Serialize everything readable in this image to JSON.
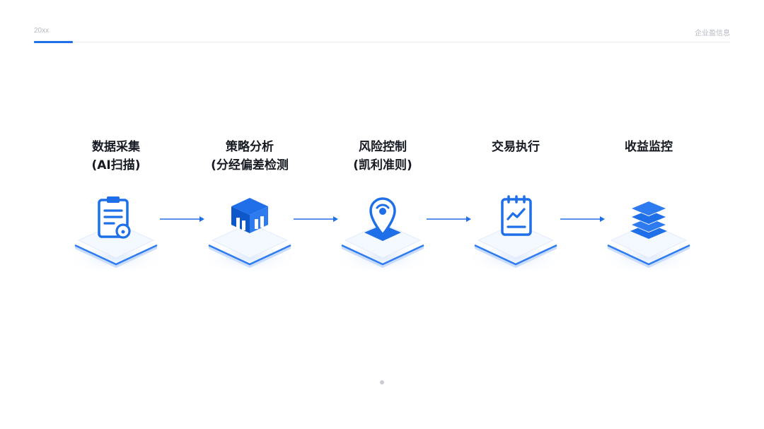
{
  "header": {
    "left_label": "20xx",
    "right_label": "企业盈信息"
  },
  "steps": [
    {
      "title": "数据采集",
      "subtitle": "(AI扫描)",
      "icon": "clipboard-icon"
    },
    {
      "title": "策略分析",
      "subtitle": "(分经偏差检测",
      "icon": "cube-chart-icon"
    },
    {
      "title": "风险控制",
      "subtitle": "(凯利准则)",
      "icon": "location-pin-icon"
    },
    {
      "title": "交易执行",
      "subtitle": "",
      "icon": "trend-notebook-icon"
    },
    {
      "title": "收益监控",
      "subtitle": "",
      "icon": "layers-stack-icon"
    }
  ],
  "colors": {
    "accent": "#1f6fe8",
    "platform_light": "#f3f7fe",
    "platform_edge": "#bcd3f7",
    "text": "#161a22"
  }
}
